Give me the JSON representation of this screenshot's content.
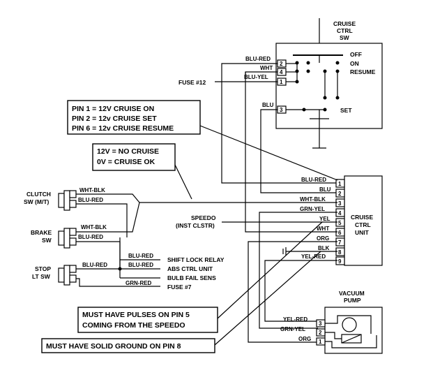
{
  "components": {
    "cruise_switch": [
      "CRUISE",
      "CTRL",
      "SW"
    ],
    "switch_positions": {
      "off": "OFF",
      "on": "ON",
      "resume": "RESUME",
      "set": "SET"
    },
    "cruise_unit": [
      "CRUISE",
      "CTRL",
      "UNIT"
    ],
    "vacuum_pump": [
      "VACUUM",
      "PUMP"
    ],
    "clutch_sw": [
      "CLUTCH",
      "SW (M/T)"
    ],
    "brake_sw": [
      "BRAKE",
      "SW"
    ],
    "stop_lt_sw": [
      "STOP",
      "LT SW"
    ],
    "speedo": [
      "SPEEDO",
      "(INST CLSTR)"
    ],
    "fuse12": "FUSE #12"
  },
  "switch_wires": [
    "BLU-RED",
    "WHT",
    "BLU-YEL",
    "BLU"
  ],
  "switch_pins": [
    "2",
    "4",
    "1",
    "3"
  ],
  "unit_pins": [
    "1",
    "2",
    "3",
    "4",
    "5",
    "6",
    "7",
    "8",
    "9"
  ],
  "unit_wires": [
    "BLU-RED",
    "BLU",
    "WHT-BLK",
    "GRN-YEL",
    "YEL",
    "WHT",
    "ORG",
    "BLK",
    "YEL-RED"
  ],
  "pump_pins": [
    "3",
    "2",
    "1"
  ],
  "pump_wires": [
    "YEL-RED",
    "GRN-YEL",
    "ORG"
  ],
  "clutch_wires": [
    "WHT-BLK",
    "BLU-RED"
  ],
  "brake_wires": [
    "WHT-BLK",
    "BLU-RED"
  ],
  "stop_wires": [
    "BLU-RED",
    "BLU-RED",
    "BLU-RED",
    "GRN-RED"
  ],
  "destinations": [
    "SHIFT LOCK RELAY",
    "ABS CTRL UNIT",
    "BULB FAIL SENS",
    "FUSE #7"
  ],
  "notes": {
    "pin_info": [
      "PIN 1 = 12V CRUISE ON",
      "PIN 2 = 12v CRUISE SET",
      "PIN 6 = 12v CRUISE RESUME"
    ],
    "voltage": [
      "12V = NO CRUISE",
      "0V = CRUISE OK"
    ],
    "speedo": [
      "MUST HAVE PULSES ON PIN 5",
      "COMING FROM THE SPEEDO"
    ],
    "ground": "MUST HAVE SOLID GROUND ON PIN 8"
  }
}
